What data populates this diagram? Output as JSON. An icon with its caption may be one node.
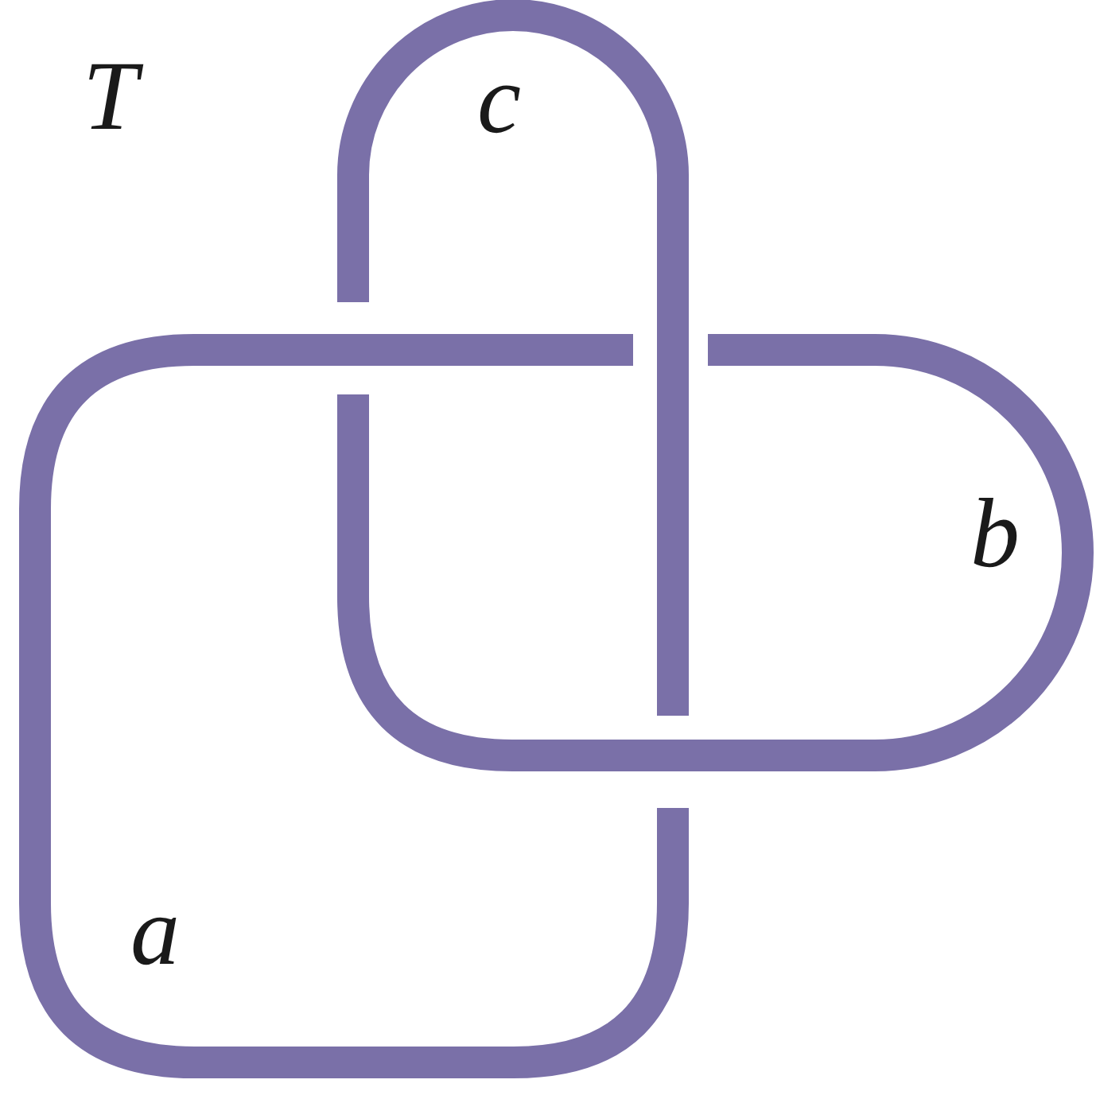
{
  "diagram": {
    "labels": [
      "T",
      "c",
      "b",
      "a"
    ]
  }
}
